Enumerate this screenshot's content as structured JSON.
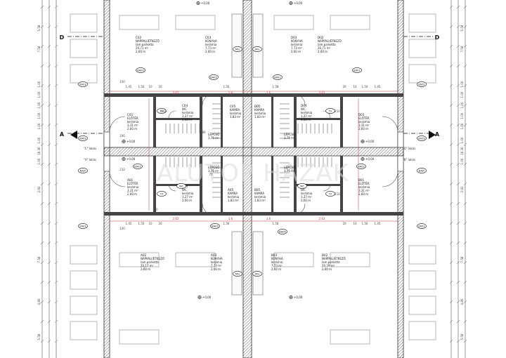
{
  "title": "",
  "rooms": [
    {
      "id": "c02",
      "lines": [
        "C02",
        "NAPPALI/ÉTKEZŐ",
        "lam.parketta",
        "20,71 m²",
        "2,60 m"
      ]
    },
    {
      "id": "c03",
      "lines": [
        "C03",
        "KONYHA",
        "kerámia",
        "7,73 m²",
        "2,60 m"
      ]
    },
    {
      "id": "d03",
      "lines": [
        "D03",
        "KONYHA",
        "kerámia",
        "7,73 m²",
        "2,60 m"
      ]
    },
    {
      "id": "d02",
      "lines": [
        "D02",
        "NAPPALI/ÉTKEZŐ",
        "lam.parketta",
        "20,71 m²",
        "2,60 m"
      ]
    },
    {
      "id": "c04",
      "lines": [
        "C04",
        "WC",
        "kerámia",
        "1,27 m²",
        "2,60 m"
      ]
    },
    {
      "id": "c05",
      "lines": [
        "C05",
        "KAMRA",
        "kerámia",
        "1,83 m²"
      ]
    },
    {
      "id": "d05",
      "lines": [
        "D05",
        "KAMRA",
        "kerámia",
        "1,83 m²"
      ]
    },
    {
      "id": "d04",
      "lines": [
        "D04",
        "WC",
        "kerámia",
        "1,27 m²",
        "2,60 m"
      ]
    },
    {
      "id": "c01",
      "lines": [
        "C01",
        "ELŐTÉR",
        "kerámia",
        "3,31 m²",
        "2,60 m"
      ]
    },
    {
      "id": "d01",
      "lines": [
        "D01",
        "ELŐTÉR",
        "kerámia",
        "3,31 m²",
        "2,60 m"
      ]
    },
    {
      "id": "lepcso-c",
      "lines": [
        "LÉPCSŐ",
        "3,76 m²"
      ]
    },
    {
      "id": "lepcso-d",
      "lines": [
        "LÉPCSŐ",
        "3,76 m²"
      ]
    },
    {
      "id": "lepcso-a",
      "lines": [
        "LÉPCSŐ",
        "3,76 m²"
      ]
    },
    {
      "id": "lepcso-b",
      "lines": [
        "LÉPCSŐ",
        "3,76 m²"
      ]
    },
    {
      "id": "a01",
      "lines": [
        "A01",
        "ELŐTÉR",
        "kerámia",
        "3,31 m²",
        "2,60 m"
      ]
    },
    {
      "id": "a04",
      "lines": [
        "A04",
        "WC",
        "kerámia",
        "1,27 m²",
        "2,60 m"
      ]
    },
    {
      "id": "a05",
      "lines": [
        "A05",
        "KAMRA",
        "kerámia",
        "1,83 m²"
      ]
    },
    {
      "id": "b05",
      "lines": [
        "B05",
        "KAMRA",
        "kerámia",
        "1,83 m²"
      ]
    },
    {
      "id": "b04",
      "lines": [
        "B04",
        "WC",
        "kerámia",
        "1,27 m²",
        "2,60 m"
      ]
    },
    {
      "id": "b01",
      "lines": [
        "B01",
        "ELŐTÉR",
        "kerámia",
        "3,31 m²",
        "2,60 m"
      ]
    },
    {
      "id": "a02",
      "lines": [
        "A02",
        "NAPPALI/ÉTKEZŐ",
        "lam.parketta",
        "20,17 m²",
        "2,60 m"
      ]
    },
    {
      "id": "a03",
      "lines": [
        "A03",
        "KONYHA",
        "kerámia",
        "7,73 m²",
        "2,60 m"
      ]
    },
    {
      "id": "b03",
      "lines": [
        "B03",
        "KONYHA",
        "kerámia",
        "7,73 m²",
        "2,60 m"
      ]
    },
    {
      "id": "b02",
      "lines": [
        "B02",
        "NAPPALI/ÉTKEZŐ",
        "lam.parketta",
        "20,29 m²",
        "2,60 m"
      ]
    }
  ],
  "levels": [
    "+0,00",
    "+0,00",
    "+0,00",
    "+0,00",
    "+0,00",
    "+0,00",
    "+0,00",
    "+0,00"
  ],
  "entrances": {
    "c": "\"C\" lakás",
    "d": "\"D\" lakás",
    "a": "\"A\" lakás",
    "b": "\"B\" lakás"
  },
  "section_marks": {
    "a": "A",
    "d": "D"
  },
  "tags": {
    "ba01": "BA01",
    "ba02": "BA02",
    "ba03": "BA03",
    "ba04": "BA04",
    "ka02": "KA02",
    "ka03": "KA03",
    "ka01": "KA01",
    "bajt": "BAJT",
    "mg": "MG",
    "wc": "WC",
    "tv": "TV"
  },
  "dims": {
    "left_col": [
      "5.58",
      "7.58",
      "1.00",
      "1.00",
      "1.00",
      "1.00",
      "1.00",
      "1.00",
      "1.00",
      "16.36",
      "2.92",
      "7.58",
      "4.80",
      "5.58"
    ],
    "top_row": [
      "1.45",
      "1.50",
      "10",
      "20",
      "1.56",
      "1.58",
      "20",
      "10",
      "1.50",
      "1.45"
    ],
    "red_row": [
      "2.62",
      "1.6",
      "1.6",
      "2.63"
    ],
    "misc": [
      "150",
      "210",
      "100",
      "232",
      "120",
      "90",
      "80",
      "75",
      "210",
      "210"
    ]
  },
  "watermark": "ALUTOP HAZAK",
  "colors": {
    "wall": "#2f2f2f",
    "hatch": "#8a8a8a",
    "dim_red": "#c83232",
    "line": "#555555",
    "grid_gray": "#bdbdbd"
  }
}
